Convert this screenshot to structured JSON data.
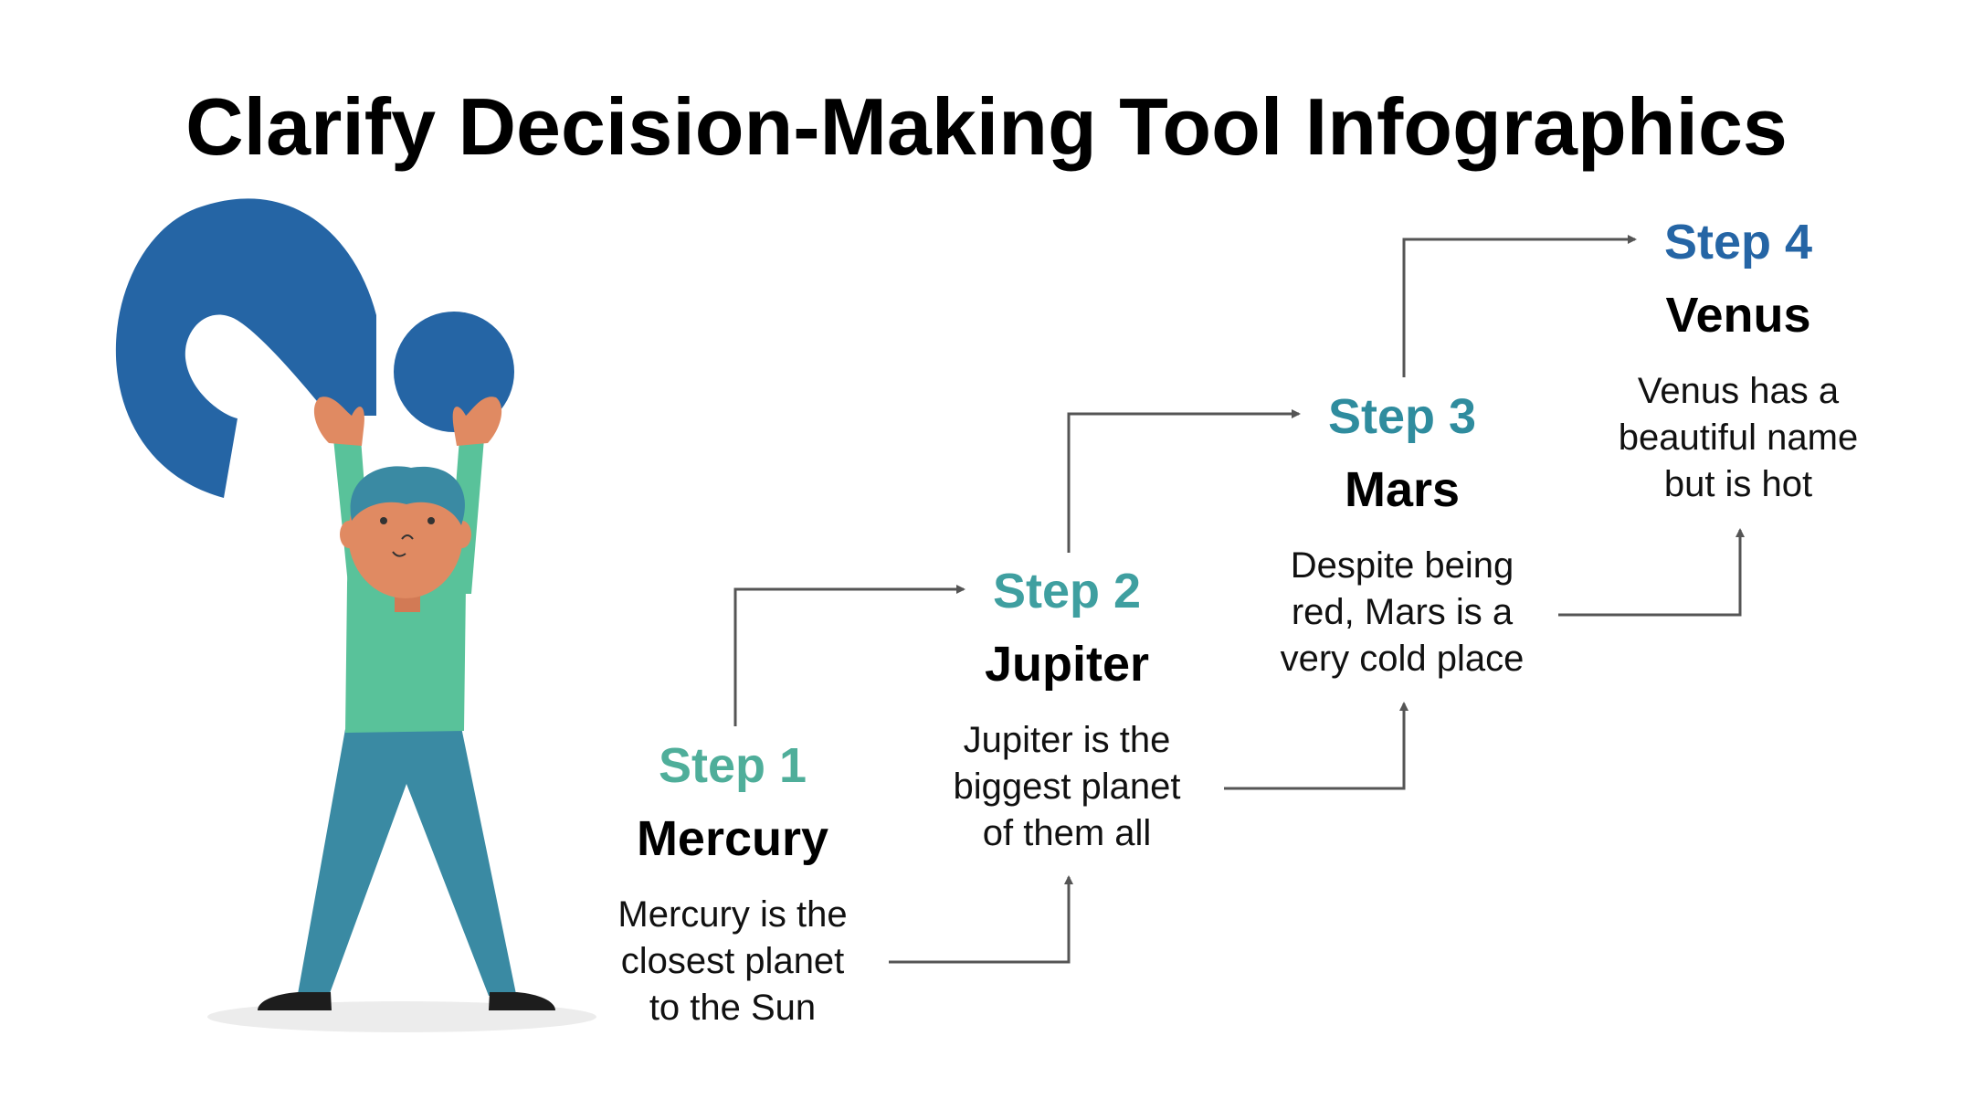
{
  "title": "Clarify Decision-Making Tool Infographics",
  "colors": {
    "step1": "#4fae9a",
    "step2": "#3f9fa0",
    "step3": "#2f8c9e",
    "step4": "#2565a5",
    "connector": "#555555",
    "questionMark": "#2565a5"
  },
  "steps": [
    {
      "label": "Step 1",
      "name": "Mercury",
      "description": "Mercury is the\nclosest planet\nto the Sun"
    },
    {
      "label": "Step 2",
      "name": "Jupiter",
      "description": "Jupiter is the\nbiggest planet\nof them all"
    },
    {
      "label": "Step 3",
      "name": "Mars",
      "description": "Despite being\nred, Mars is a\nvery cold place"
    },
    {
      "label": "Step 4",
      "name": "Venus",
      "description": "Venus has a\nbeautiful name\nbut is hot"
    }
  ]
}
